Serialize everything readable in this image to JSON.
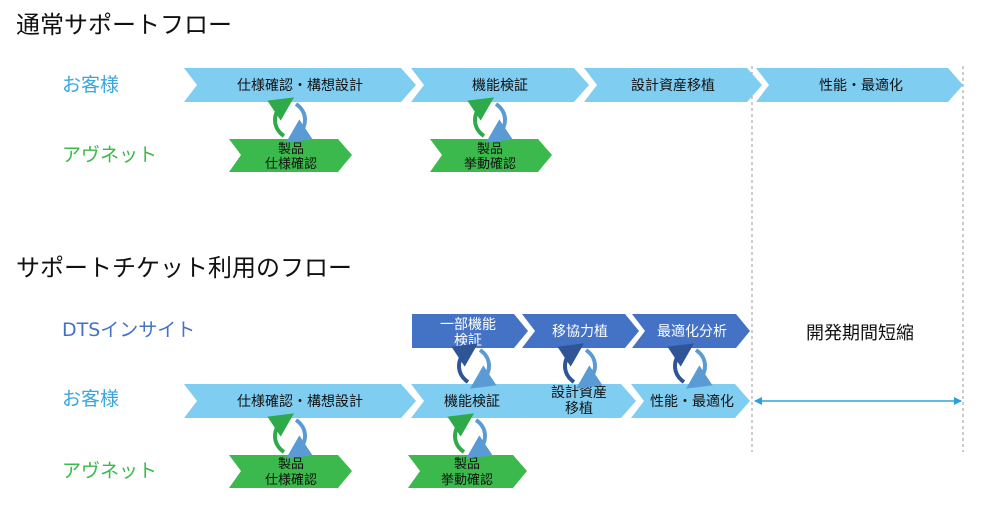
{
  "normal_flow": {
    "title": "通常サポートフロー",
    "customer_label": "お客様",
    "avnet_label": "アヴネット",
    "customer_steps": [
      "仕様確認・構想設計",
      "機能検証",
      "設計資産移植",
      "性能・最適化"
    ],
    "avnet_steps": [
      {
        "line1": "製品",
        "line2": "仕様確認"
      },
      {
        "line1": "製品",
        "line2": "挙動確認"
      }
    ]
  },
  "ticket_flow": {
    "title": "サポートチケット利用のフロー",
    "dts_label": "DTSインサイト",
    "customer_label": "お客様",
    "avnet_label": "アヴネット",
    "dts_steps": [
      {
        "line1": "一部機能",
        "line2": "検証"
      },
      {
        "line1": "移協力植",
        "line2": ""
      },
      {
        "line1": "最適化分析",
        "line2": ""
      }
    ],
    "customer_steps": [
      {
        "line1": "仕様確認・構想設計",
        "line2": ""
      },
      {
        "line1": "機能検証",
        "line2": ""
      },
      {
        "line1": "設計資産",
        "line2": "移植"
      },
      {
        "line1": "性能・最適化",
        "line2": ""
      }
    ],
    "avnet_steps": [
      {
        "line1": "製品",
        "line2": "仕様確認"
      },
      {
        "line1": "製品",
        "line2": "挙動確認"
      }
    ],
    "shortened_label": "開発期間短縮"
  },
  "colors": {
    "customer_arrow": "#7fcdf1",
    "avnet_arrow": "#3cb94c",
    "dts_arrow": "#4472c4",
    "customer_text": "#3aa6dd",
    "avnet_text": "#3cb94c",
    "dts_text": "#4472c4",
    "cycle_blue": "#5b9bd5",
    "cycle_green": "#2eaa4a",
    "guide_line": "#999999"
  }
}
